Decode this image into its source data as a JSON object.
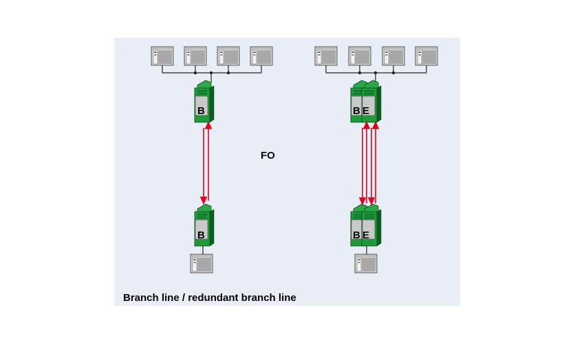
{
  "labels": {
    "fo": "FO",
    "caption": "Branch line / redundant branch line"
  },
  "modules": {
    "left_top": [
      "B"
    ],
    "left_bottom": [
      "B"
    ],
    "right_top": [
      "B",
      "E"
    ],
    "right_bottom": [
      "B",
      "E"
    ]
  },
  "colors": {
    "panel_background": "#e9eef6",
    "fiber_red": "#e3001b",
    "module_green": "#1f9a3a",
    "module_dark_green": "#0e5c22",
    "device_gray": "#cfcfcf",
    "bus_line": "#222222"
  },
  "icons": {
    "device": "plc-rack-icon",
    "module": "optical-link-module-icon"
  }
}
